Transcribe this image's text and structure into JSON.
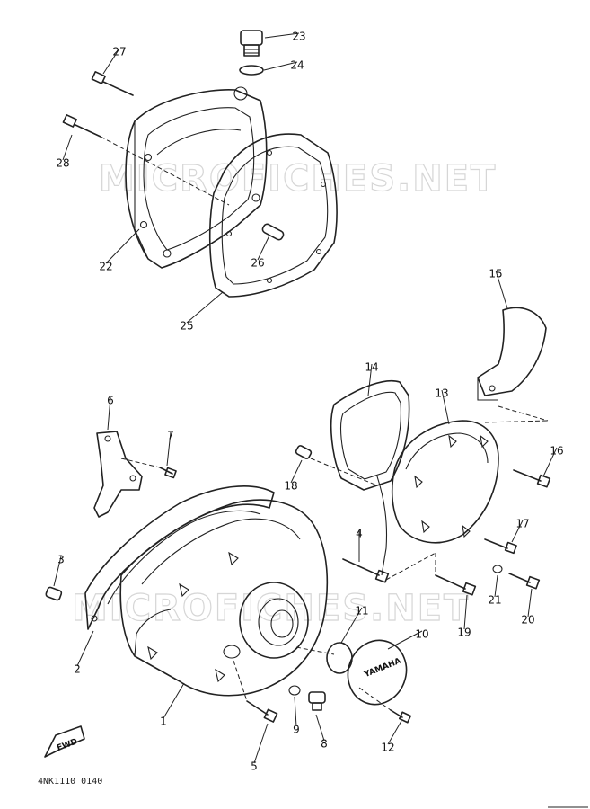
{
  "watermark": "MICROFICHES.NET",
  "drawing_code": "4NK1110 0140",
  "fwd_label": "FWD",
  "brand_mark": "YAMAHA",
  "callouts": [
    {
      "n": "1"
    },
    {
      "n": "2"
    },
    {
      "n": "3"
    },
    {
      "n": "4"
    },
    {
      "n": "5"
    },
    {
      "n": "6"
    },
    {
      "n": "7"
    },
    {
      "n": "8"
    },
    {
      "n": "9"
    },
    {
      "n": "10"
    },
    {
      "n": "11"
    },
    {
      "n": "12"
    },
    {
      "n": "13"
    },
    {
      "n": "14"
    },
    {
      "n": "15"
    },
    {
      "n": "16"
    },
    {
      "n": "17"
    },
    {
      "n": "18"
    },
    {
      "n": "19"
    },
    {
      "n": "20"
    },
    {
      "n": "21"
    },
    {
      "n": "22"
    },
    {
      "n": "23"
    },
    {
      "n": "24"
    },
    {
      "n": "25"
    },
    {
      "n": "26"
    },
    {
      "n": "27"
    },
    {
      "n": "28"
    }
  ]
}
